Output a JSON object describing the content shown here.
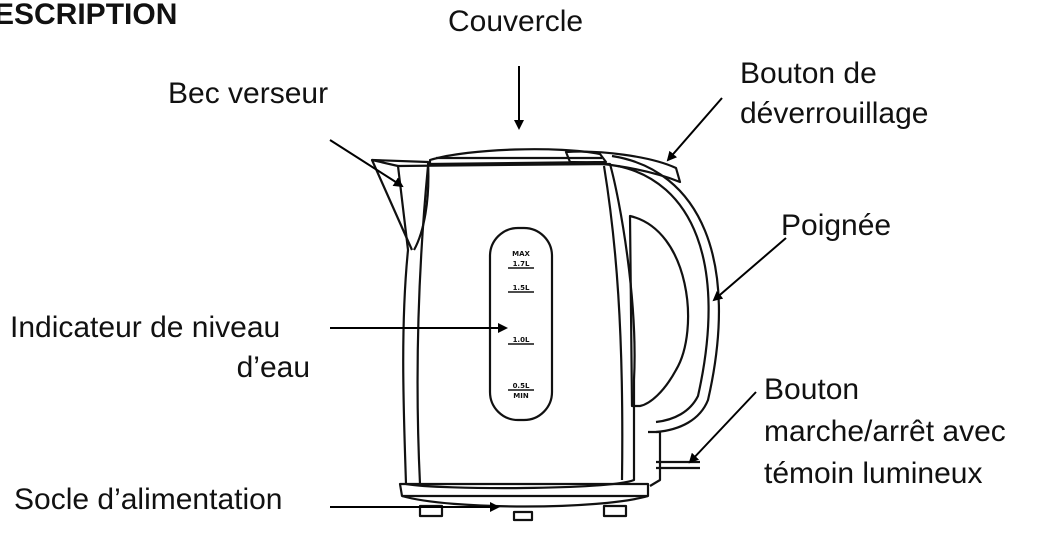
{
  "title": "ESCRIPTION",
  "labels": {
    "couvercle": "Couvercle",
    "bec": "Bec verseur",
    "deverrouillage_1": "Bouton de",
    "deverrouillage_2": "déverrouillage",
    "poignee": "Poignée",
    "niveau_1": "Indicateur de niveau",
    "niveau_2": "d’eau",
    "bouton_1": "Bouton",
    "bouton_2": "marche/arrêt avec",
    "bouton_3": "témoin lumineux",
    "socle": "Socle d’alimentation"
  },
  "scale_marks": {
    "max_1": "MAX",
    "max_2": "1.7L",
    "m15": "1.5L",
    "m10": "1.0L",
    "min_1": "0.5L",
    "min_2": "MIN"
  }
}
